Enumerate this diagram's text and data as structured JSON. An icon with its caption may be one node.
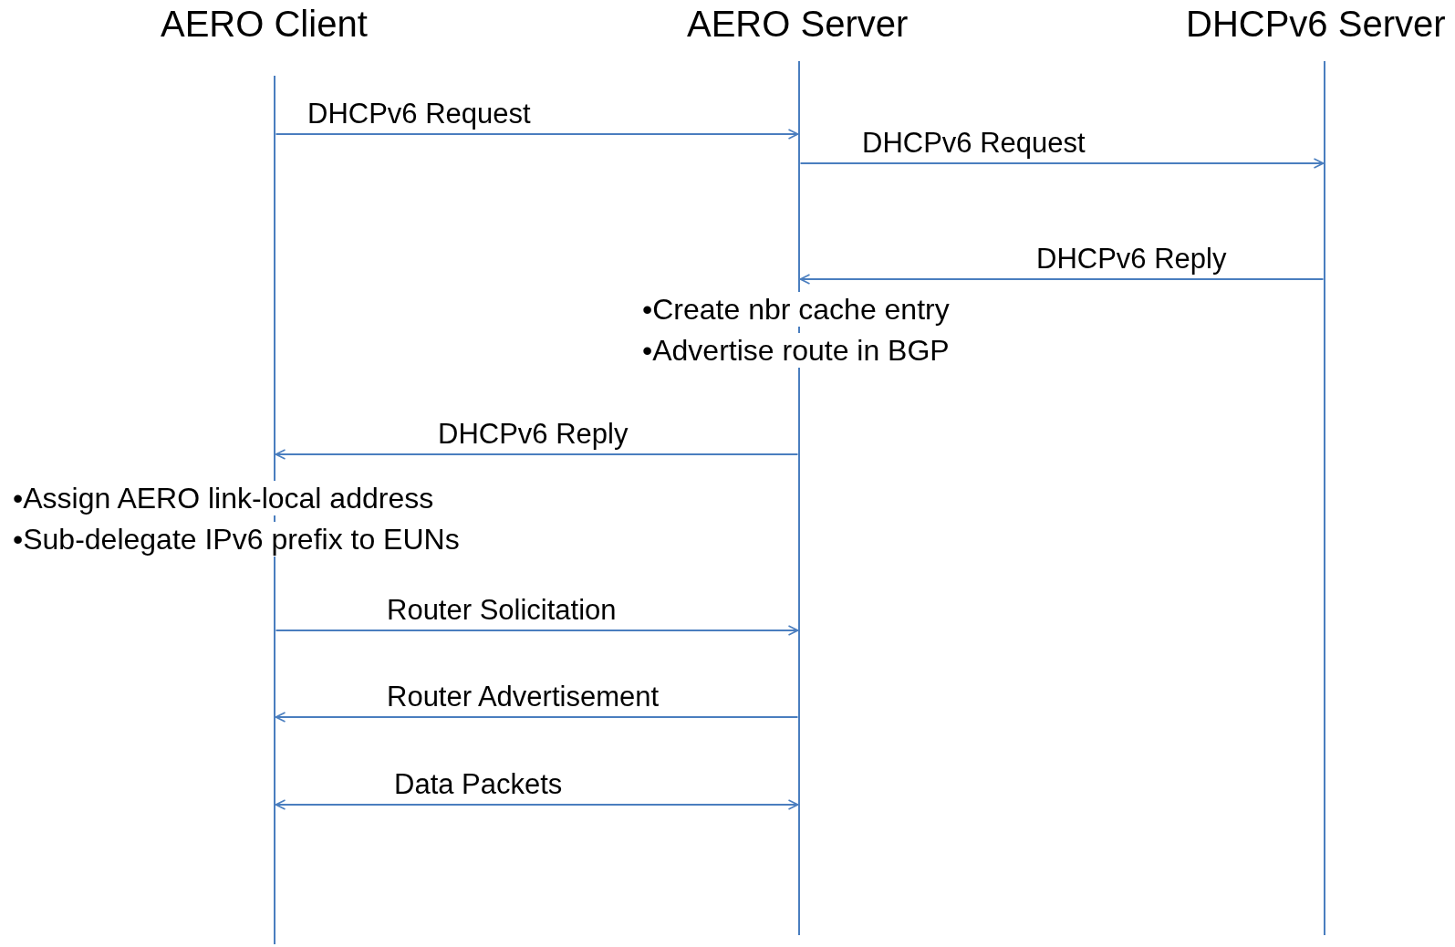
{
  "diagram": {
    "nodes": [
      {
        "text": [
          "AERO Client"
        ]
      },
      {
        "text": [
          "AERO Server"
        ]
      },
      {
        "text": [
          "DHCPv6 Server"
        ]
      }
    ],
    "edges": [
      {
        "from": 0,
        "to": 1,
        "arrow": "to",
        "label": "DHCPv6 Request"
      },
      {
        "from": 1,
        "to": 2,
        "arrow": "to",
        "label": "DHCPv6 Request"
      },
      {
        "from": 2,
        "to": 1,
        "arrow": "to",
        "label": "DHCPv6 Reply"
      },
      {
        "from": 1,
        "to": 0,
        "arrow": "to",
        "label": "DHCPv6 Reply"
      },
      {
        "from": 0,
        "to": 1,
        "arrow": "to",
        "label": "Router Solicitation"
      },
      {
        "from": 1,
        "to": 0,
        "arrow": "to",
        "label": "Router Advertisement"
      },
      {
        "from": 0,
        "to": 1,
        "arrow": "both",
        "label": "Data Packets"
      }
    ],
    "labels": [
      "•Create nbr cache entry",
      "•Advertise route in BGP",
      "•Assign AERO link-local address",
      "•Sub-delegate IPv6 prefix to EUNs"
    ]
  }
}
